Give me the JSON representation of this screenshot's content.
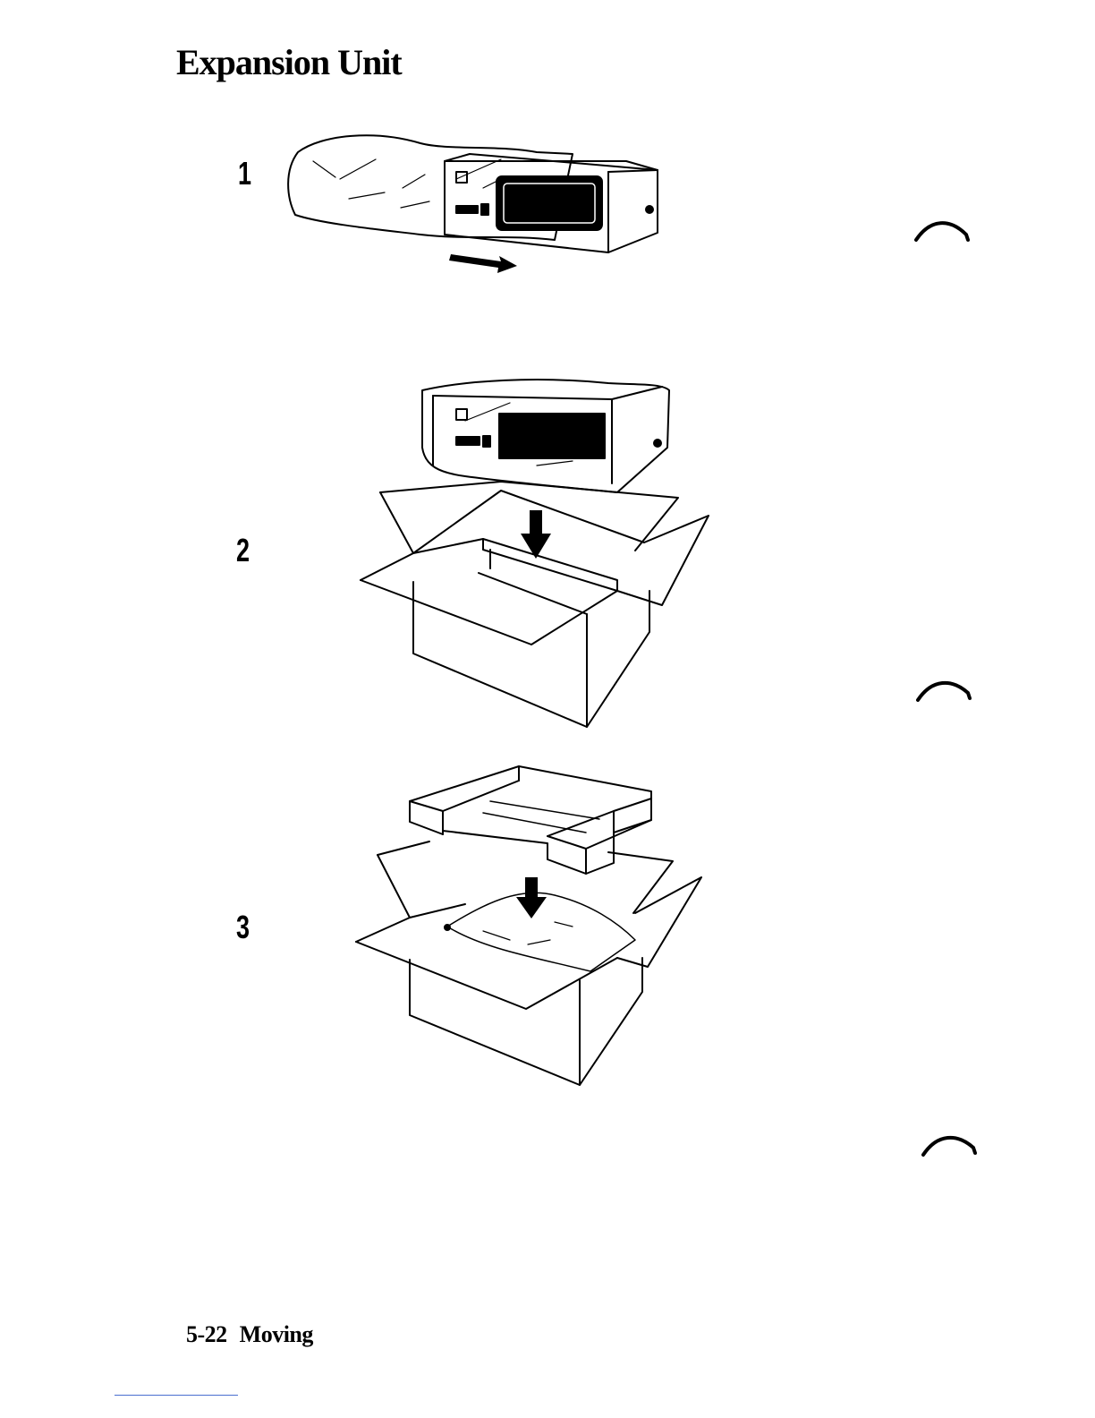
{
  "page": {
    "title": "Expansion Unit",
    "steps": [
      {
        "number": "1"
      },
      {
        "number": "2"
      },
      {
        "number": "3"
      }
    ],
    "footer": {
      "page_number": "5-22",
      "section": "Moving"
    }
  }
}
